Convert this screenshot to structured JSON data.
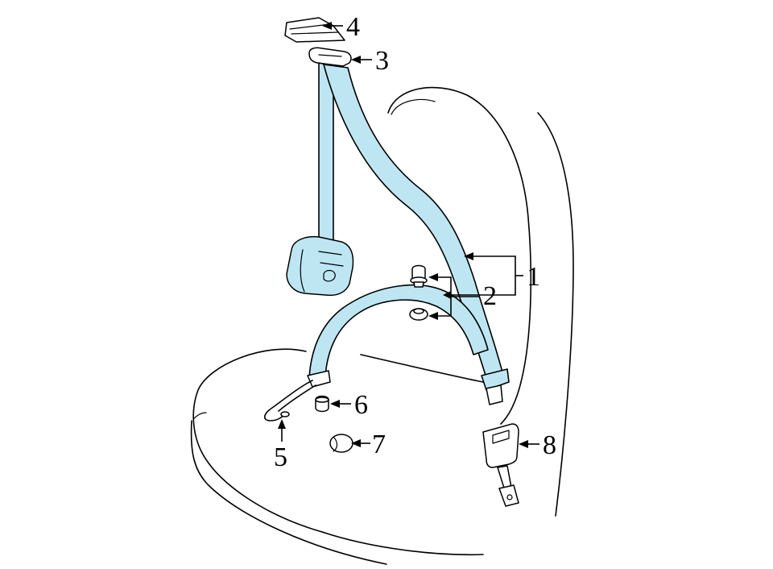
{
  "colors": {
    "belt_fill": "#bde6f2",
    "part_fill": "#ffffff",
    "outline": "#000000"
  },
  "callouts": [
    {
      "id": "c1",
      "label": "1"
    },
    {
      "id": "c2",
      "label": "2"
    },
    {
      "id": "c3",
      "label": "3"
    },
    {
      "id": "c4",
      "label": "4"
    },
    {
      "id": "c5",
      "label": "5"
    },
    {
      "id": "c6",
      "label": "6"
    },
    {
      "id": "c7",
      "label": "7"
    },
    {
      "id": "c8",
      "label": "8"
    }
  ]
}
